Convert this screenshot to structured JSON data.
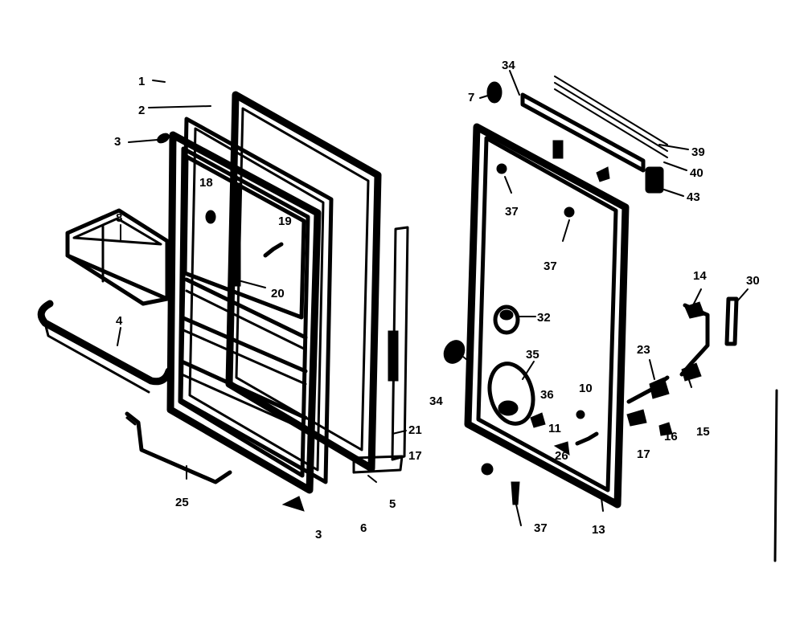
{
  "diagram": {
    "labels": {
      "l1": "1",
      "l2": "2",
      "l3a": "3",
      "l18": "18",
      "l19": "19",
      "l20": "20",
      "l8": "8",
      "l4": "4",
      "l21": "21",
      "l17a": "17",
      "l25": "25",
      "l3b": "3",
      "l6": "6",
      "l5": "5",
      "l7": "7",
      "l34a": "34",
      "l39": "39",
      "l40": "40",
      "l43": "43",
      "l37a": "37",
      "l37b": "37",
      "l32": "32",
      "l14": "14",
      "l30": "30",
      "l23": "23",
      "l35": "35",
      "l34b": "34",
      "l36": "36",
      "l10": "10",
      "l11": "11",
      "l26": "26",
      "l17b": "17",
      "l16": "16",
      "l15": "15",
      "l37c": "37",
      "l13": "13"
    }
  }
}
